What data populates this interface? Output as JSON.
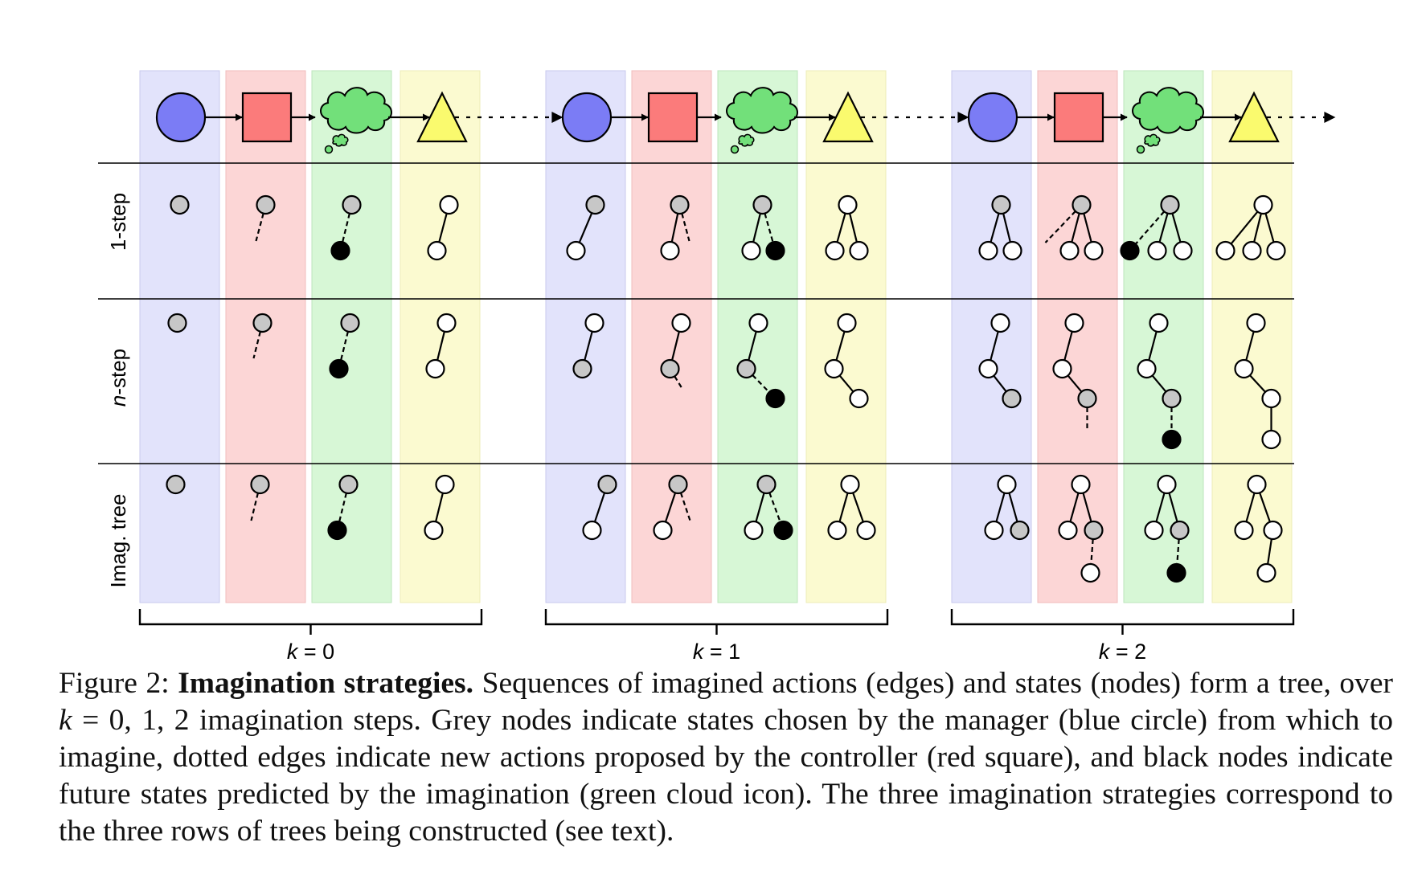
{
  "row_labels": {
    "one_step": "1-step",
    "n_step": "n",
    "n_step_suffix": "-step",
    "imag_tree": "Imag. tree"
  },
  "groups": [
    {
      "label_var": "k",
      "label_eq": " = ",
      "label_val": "0"
    },
    {
      "label_var": "k",
      "label_eq": " = ",
      "label_val": "1"
    },
    {
      "label_var": "k",
      "label_eq": " = ",
      "label_val": "2"
    }
  ],
  "colors": {
    "manager_blue": "#7b7cf5",
    "controller_red": "#fb7b7b",
    "imagination_green": "#72e07a",
    "memory_yellow": "#fafa6e",
    "band_blue": "#e2e3fb",
    "band_red": "#fcd6d6",
    "band_green": "#d7f7d6",
    "band_yellow": "#fbfad0",
    "chosen_grey": "#c7c7c7",
    "predicted_black": "#000000"
  },
  "caption": {
    "fig_label": "Figure 2:",
    "bold_title": "Imagination strategies.",
    "t1": "Sequences of imagined actions (edges) and states (nodes) form a tree, over ",
    "k": "k",
    "t2": " = 0, 1, 2",
    "t3": " imagination steps. Grey nodes indicate states chosen by the manager (blue circle) from which to imagine, dotted edges indicate new actions proposed by the controller (red square), and black nodes indicate future states predicted by the imagination (green cloud icon). The three imagination strategies correspond to the three rows of trees being constructed (see text)."
  }
}
